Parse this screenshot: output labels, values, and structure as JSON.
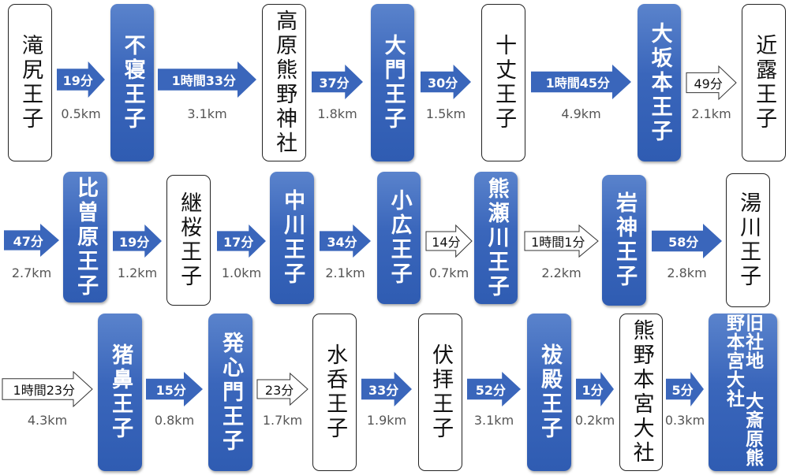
{
  "colors": {
    "blue": "#3a66bb",
    "white": "#ffffff"
  },
  "nodes": [
    {
      "name": "滝尻王子",
      "style": "white"
    },
    {
      "name": "不寝王子",
      "style": "blue"
    },
    {
      "name": "高原熊野神社",
      "style": "white"
    },
    {
      "name": "大門王子",
      "style": "blue"
    },
    {
      "name": "十丈王子",
      "style": "white"
    },
    {
      "name": "大坂本王子",
      "style": "blue"
    },
    {
      "name": "近露王子",
      "style": "white"
    },
    {
      "name": "比曽原王子",
      "style": "blue"
    },
    {
      "name": "継桜王子",
      "style": "white"
    },
    {
      "name": "中川王子",
      "style": "blue"
    },
    {
      "name": "小広王子",
      "style": "blue"
    },
    {
      "name": "熊瀬川王子",
      "style": "blue"
    },
    {
      "name": "岩神王子",
      "style": "blue"
    },
    {
      "name": "湯川王子",
      "style": "white"
    },
    {
      "name": "猪鼻王子",
      "style": "blue"
    },
    {
      "name": "発心門王子",
      "style": "blue"
    },
    {
      "name": "水呑王子",
      "style": "white"
    },
    {
      "name": "伏拝王子",
      "style": "white"
    },
    {
      "name": "祓殿王子",
      "style": "blue"
    },
    {
      "name": "熊野本宮大社",
      "style": "white"
    },
    {
      "name": "旧社地 大斎原",
      "name2": "熊野本宮大社",
      "style": "blue"
    }
  ],
  "legs": [
    {
      "time": "19分",
      "distance": "0.5km",
      "style": "blue"
    },
    {
      "time": "1時間33分",
      "distance": "3.1km",
      "style": "blue"
    },
    {
      "time": "37分",
      "distance": "1.8km",
      "style": "blue"
    },
    {
      "time": "30分",
      "distance": "1.5km",
      "style": "blue"
    },
    {
      "time": "1時間45分",
      "distance": "4.9km",
      "style": "blue"
    },
    {
      "time": "49分",
      "distance": "2.1km",
      "style": "white"
    },
    {
      "time": "47分",
      "distance": "2.7km",
      "style": "blue"
    },
    {
      "time": "19分",
      "distance": "1.2km",
      "style": "blue"
    },
    {
      "time": "17分",
      "distance": "1.0km",
      "style": "blue"
    },
    {
      "time": "34分",
      "distance": "2.1km",
      "style": "blue"
    },
    {
      "time": "14分",
      "distance": "0.7km",
      "style": "white"
    },
    {
      "time": "1時間1分",
      "distance": "2.2km",
      "style": "white"
    },
    {
      "time": "58分",
      "distance": "2.8km",
      "style": "blue"
    },
    {
      "time": "1時間23分",
      "distance": "4.3km",
      "style": "white"
    },
    {
      "time": "15分",
      "distance": "0.8km",
      "style": "blue"
    },
    {
      "time": "23分",
      "distance": "1.7km",
      "style": "white"
    },
    {
      "time": "33分",
      "distance": "1.9km",
      "style": "blue"
    },
    {
      "time": "52分",
      "distance": "3.1km",
      "style": "blue"
    },
    {
      "time": "1分",
      "distance": "0.2km",
      "style": "blue"
    },
    {
      "time": "5分",
      "distance": "0.3km",
      "style": "blue"
    }
  ]
}
